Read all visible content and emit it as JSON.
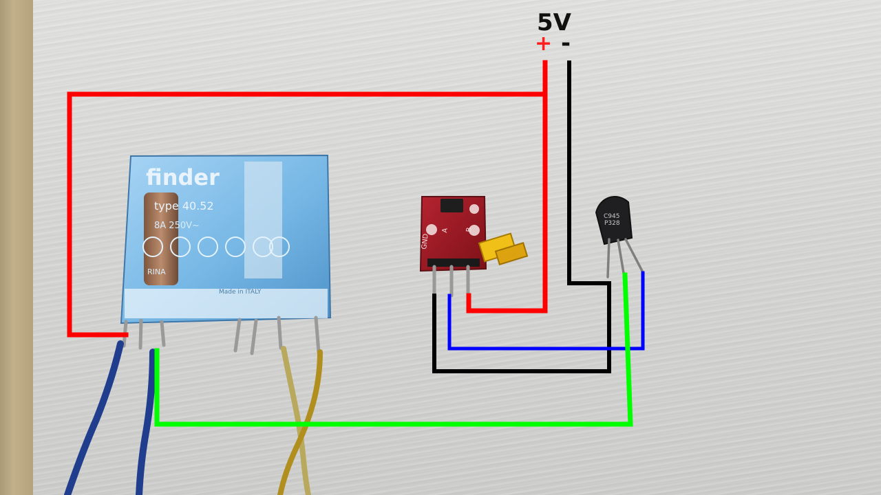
{
  "labels": {
    "supply_voltage": "5V",
    "positive": "+",
    "negative": "-"
  },
  "components": {
    "relay": {
      "brand": "finder",
      "type": "type 40.52",
      "rating": "8A 250V~",
      "coil_label": "RINA",
      "made_in": "Made in ITALY"
    },
    "sensor_module": {
      "pin_labels": [
        "GND",
        "A",
        "B"
      ]
    },
    "transistor": {
      "marking": [
        "C945",
        "P328"
      ]
    }
  },
  "wire_colors": {
    "positive": "#ff0000",
    "negative": "#000000",
    "signal": "#0000ff",
    "relay_coil": "#00ff00"
  }
}
